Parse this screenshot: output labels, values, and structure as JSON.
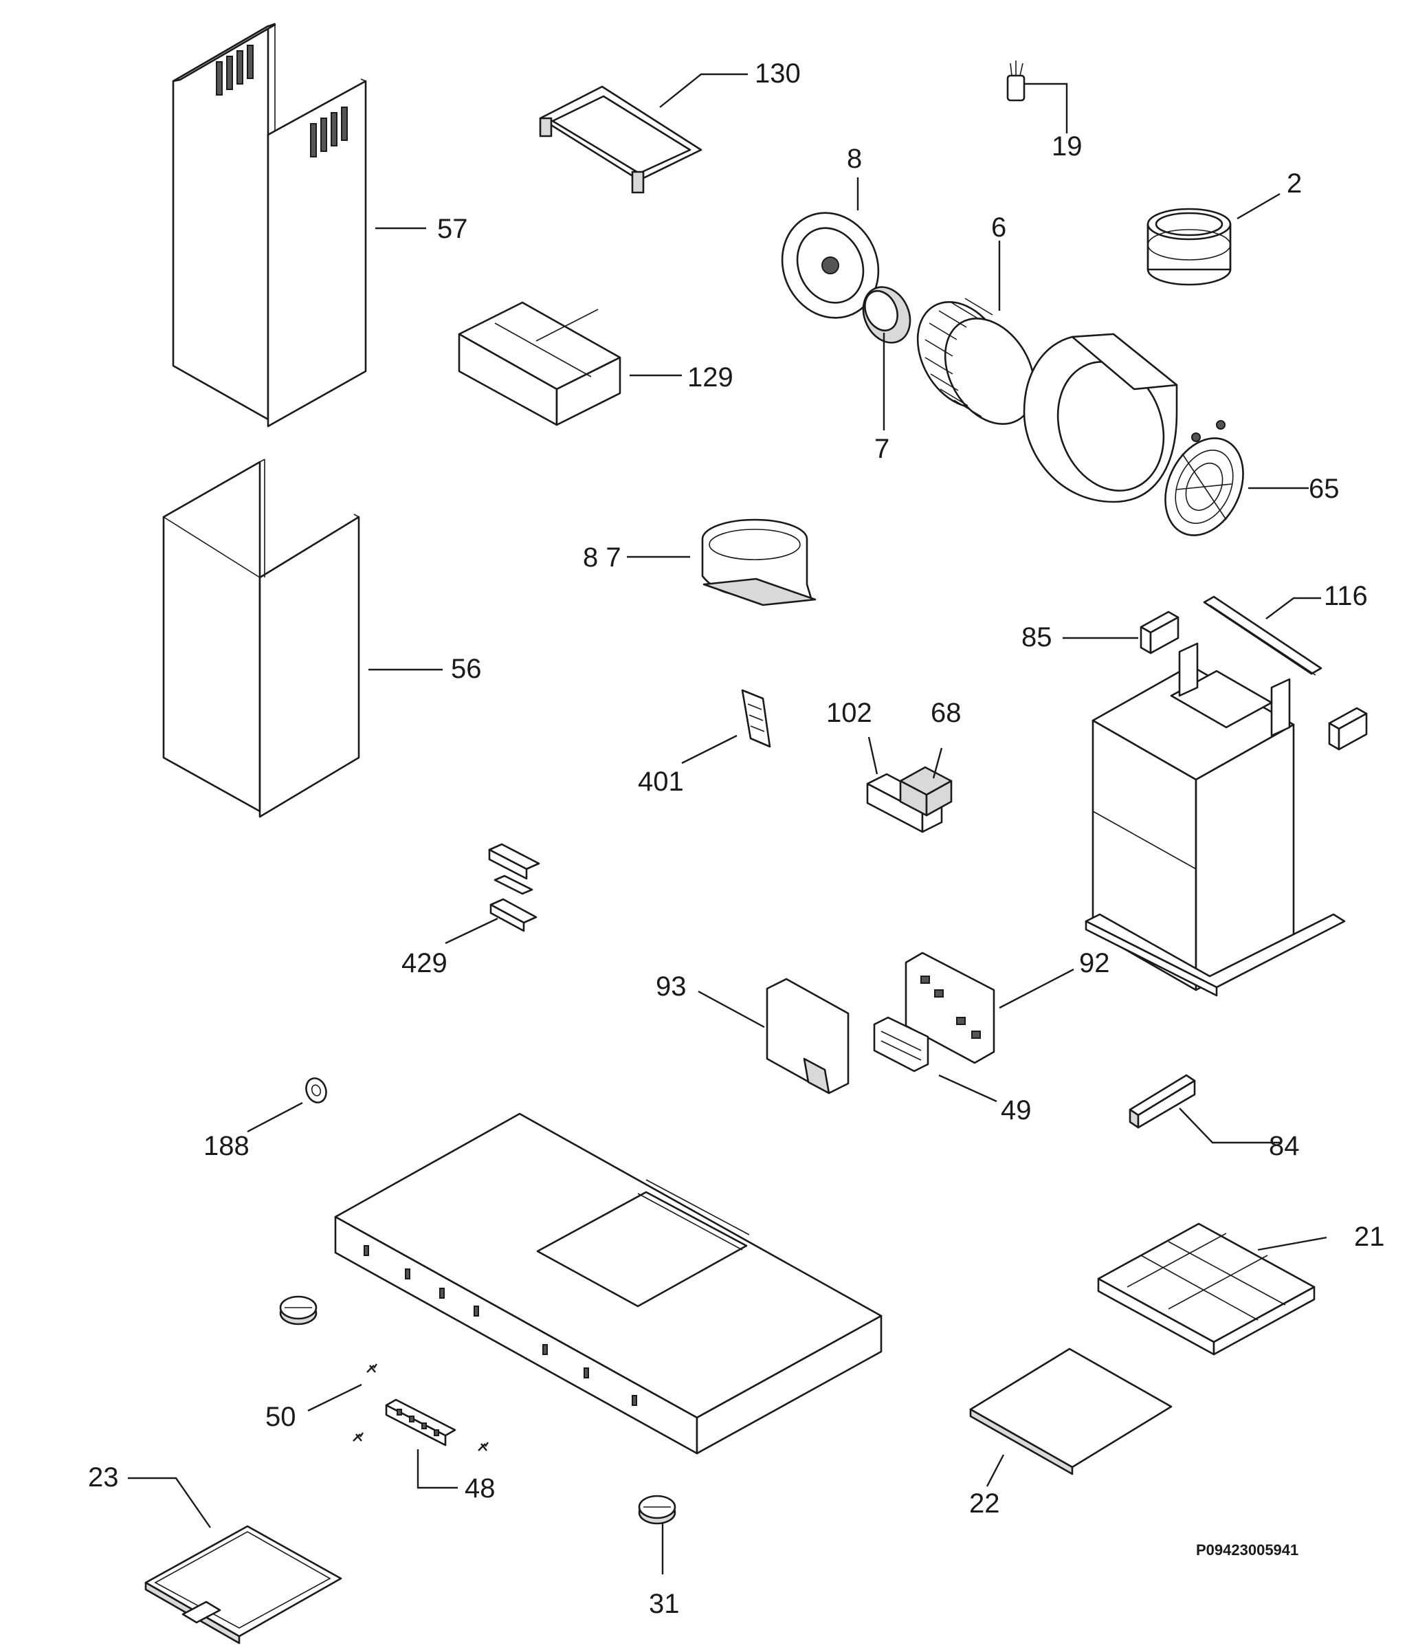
{
  "document_code": "P09423005941",
  "labels": {
    "p130": "130",
    "p19": "19",
    "p8": "8",
    "p2": "2",
    "p6": "6",
    "p57": "57",
    "p129": "129",
    "p7": "7",
    "p65": "65",
    "p87": "8 7",
    "p116": "116",
    "p85": "85",
    "p56": "56",
    "p102": "102",
    "p68": "68",
    "p401": "401",
    "p429": "429",
    "p92": "92",
    "p93": "93",
    "p49": "49",
    "p188": "188",
    "p84": "84",
    "p21": "21",
    "p50": "50",
    "p48": "48",
    "p23": "23",
    "p22": "22",
    "p31": "31"
  }
}
